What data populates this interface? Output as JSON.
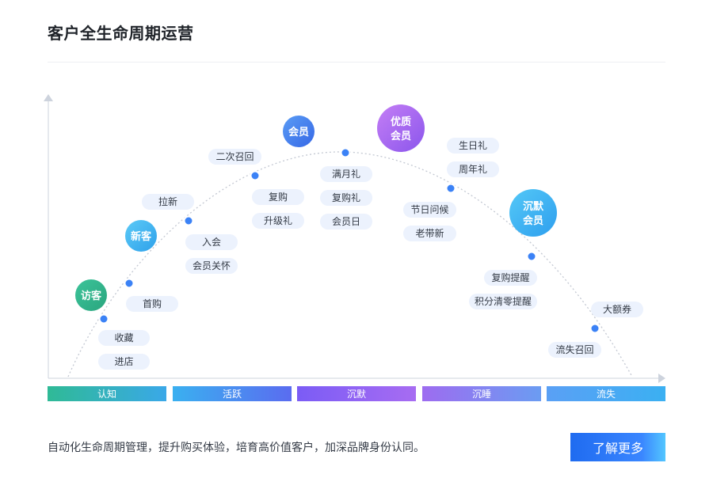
{
  "header": {
    "title": "客户全生命周期运营"
  },
  "colors": {
    "dot": "#3b82f6",
    "pill_bg": "#ecf2fd",
    "curve": "#c3c8d2",
    "axis": "#cdd3dd"
  },
  "bubbles": {
    "visitor": "访客",
    "newcust": "新客",
    "member": "会员",
    "quality_line1": "优质",
    "quality_line2": "会员",
    "silent_line1": "沉默",
    "silent_line2": "会员"
  },
  "pills": {
    "favorite": "收藏",
    "visit_store": "进店",
    "first_purchase": "首购",
    "pull_new": "拉新",
    "join": "入会",
    "member_care": "会员关怀",
    "second_recall": "二次召回",
    "repurchase": "复购",
    "upgrade_gift": "升级礼",
    "full_month_gift": "满月礼",
    "repurchase_gift": "复购礼",
    "member_day": "会员日",
    "birthday_gift": "生日礼",
    "anniversary_gift": "周年礼",
    "holiday_greeting": "节日问候",
    "old_brings_new": "老带新",
    "repurchase_reminder": "复购提醒",
    "points_reminder": "积分清零提醒",
    "big_coupon": "大额券",
    "churn_recall": "流失召回"
  },
  "stages": [
    {
      "label": "认知",
      "color_start": "#2fba96",
      "color_end": "#3aa8e8"
    },
    {
      "label": "活跃",
      "color_start": "#3ab0f0",
      "color_end": "#5a6cf0"
    },
    {
      "label": "沉默",
      "color_start": "#7b5cf5",
      "color_end": "#a76cf2"
    },
    {
      "label": "沉睡",
      "color_start": "#9d6cf0",
      "color_end": "#6b9cf2"
    },
    {
      "label": "流失",
      "color_start": "#5aa0f5",
      "color_end": "#3bb0f2"
    }
  ],
  "footer": {
    "description": "自动化生命周期管理，提升购买体验，培育高价值客户，加深品牌身份认同。",
    "cta": "了解更多"
  }
}
